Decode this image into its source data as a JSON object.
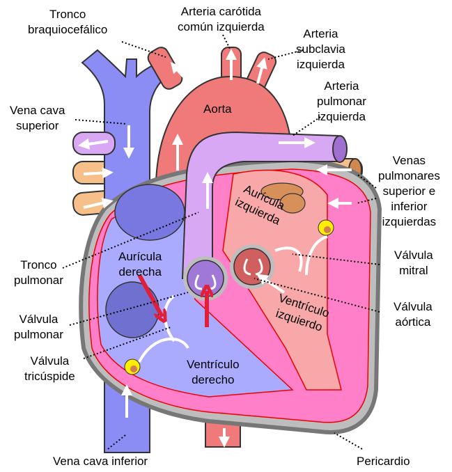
{
  "labels": {
    "brachiocephalic": [
      "Tronco",
      "braquiocefálico"
    ],
    "carotid": [
      "Arteria carótida",
      "común izquierda"
    ],
    "subclavian": [
      "Arteria",
      "subclavia",
      "izquierda"
    ],
    "svc": [
      "Vena cava",
      "superior"
    ],
    "aorta": "Aorta",
    "left_pulmonary_artery": [
      "Arteria",
      "pulmonar",
      "izquierda"
    ],
    "pulmonary_veins": [
      "Venas",
      "pulmonares",
      "superior e",
      "inferior",
      "izquierdas"
    ],
    "left_atrium": [
      "Aurícula",
      "izquierda"
    ],
    "pulmonary_trunk": [
      "Tronco",
      "pulmonar"
    ],
    "right_atrium": [
      "Aurícula",
      "derecha"
    ],
    "mitral_valve": [
      "Válvula",
      "mitral"
    ],
    "pulmonary_valve": [
      "Válvula",
      "pulmonar"
    ],
    "left_ventricle": [
      "Ventrículo",
      "izquierdo"
    ],
    "aortic_valve": [
      "Válvula",
      "aórtica"
    ],
    "tricuspid_valve": [
      "Válvula",
      "tricúspide"
    ],
    "right_ventricle": [
      "Ventrículo",
      "derecho"
    ],
    "ivc": "Vena cava inferior",
    "pericardium": "Pericardio"
  },
  "colors": {
    "vein_blue": "#8c8cf5",
    "right_chamber": "#aaaaff",
    "aorta_red": "#f07a7a",
    "pulmonary_purple": "#d9a8f5",
    "pulmonary_vein_orange": "#f7c08a",
    "myocardium_pink": "#ff80c8",
    "left_chamber": "#f8a8a8",
    "pericardium_grey": "#8a8a8a",
    "flow_arrow_red": "#e0203a"
  }
}
